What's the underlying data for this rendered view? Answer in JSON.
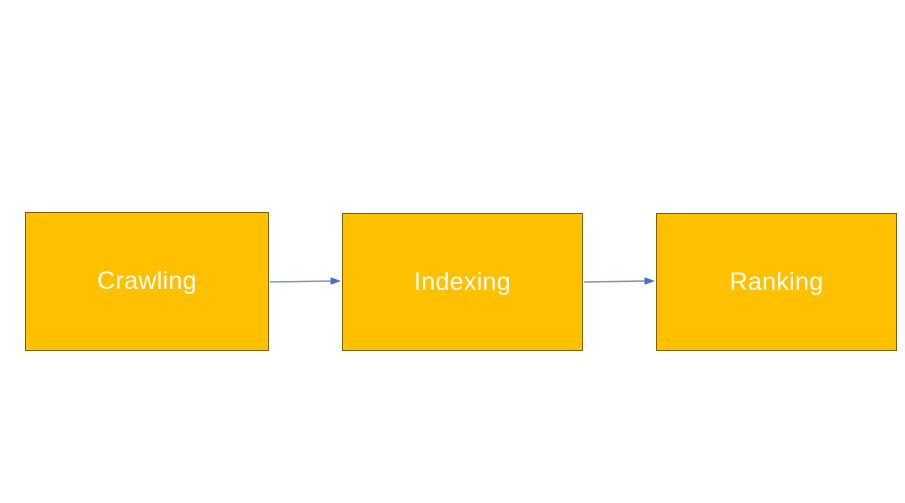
{
  "diagram": {
    "nodes": [
      {
        "id": "crawling",
        "label": "Crawling"
      },
      {
        "id": "indexing",
        "label": "Indexing"
      },
      {
        "id": "ranking",
        "label": "Ranking"
      }
    ],
    "connections": [
      {
        "from": "Crawling",
        "to": "Indexing"
      },
      {
        "from": "Indexing",
        "to": "Ranking"
      }
    ],
    "colors": {
      "background": "#FFFFFF",
      "node_fill": "#FFC000",
      "node_border": "#7F6000",
      "node_text": "#FDFBF4",
      "connector_line": "#8096BE",
      "connector_head": "#4472C4"
    }
  }
}
